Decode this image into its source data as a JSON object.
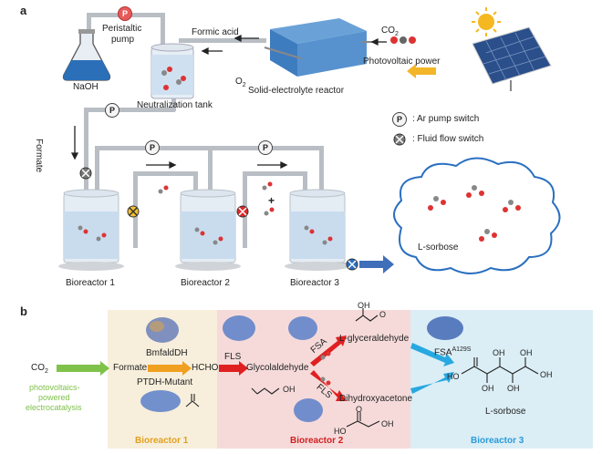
{
  "panel_a": {
    "letter": "a",
    "labels": {
      "peristaltic_pump": [
        "Peristaltic",
        "pump"
      ],
      "naoh": "NaOH",
      "formic_acid": "Formic acid",
      "co2": "CO",
      "co2_sub": "2",
      "o2": "O",
      "o2_sub": "2",
      "photovoltaic_power": "Photovoltaic power",
      "solid_electrolyte_reactor": "Solid-electrolyte reactor",
      "neutralization_tank": "Neutralization tank",
      "formate": "Formate",
      "legend_ar_pump": ": Ar pump switch",
      "legend_fluid_flow": ": Fluid flow switch",
      "bioreactor_1": "Bioreactor 1",
      "bioreactor_2": "Bioreactor 2",
      "bioreactor_3": "Bioreactor 3",
      "l_sorbose_cloud": "L-sorbose",
      "pump_symbol": "P"
    }
  },
  "panel_b": {
    "letter": "b",
    "labels": {
      "co2": "CO",
      "co2_sub": "2",
      "photovoltaics_note": [
        "photovoltaics-",
        "powered",
        "electrocatalysis"
      ],
      "formate": "Formate",
      "bmfalddh": "BmfaldDH",
      "ptdh_mutant": "PTDH-Mutant",
      "hcho": "HCHO",
      "fls_1": "FLS",
      "glycolaldehyde": "Glycolaldehyde",
      "fsa": "FSA",
      "fls_2": "FLS",
      "l_glyceraldehyde": "L-glyceraldehyde",
      "dihydroxyacetone": "Dihydroxyacetone",
      "fsa_mutant": "FSA",
      "fsa_mutant_sup": "A129S",
      "l_sorbose": "L-sorbose",
      "oh": "OH",
      "ho": "HO",
      "o": "O",
      "section_1": "Bioreactor 1",
      "section_2": "Bioreactor 2",
      "section_3": "Bioreactor 3"
    },
    "colors": {
      "section_1_bg": "#f7efdc",
      "section_2_bg": "#f6dada",
      "section_3_bg": "#dbeef5",
      "section_1_title": "#e0a020",
      "section_2_title": "#d02020",
      "section_3_title": "#2a9ad8",
      "arrow_green": "#7fc24a",
      "arrow_orange": "#f0a020",
      "arrow_red": "#e02020",
      "arrow_blue": "#28a8e0"
    }
  }
}
